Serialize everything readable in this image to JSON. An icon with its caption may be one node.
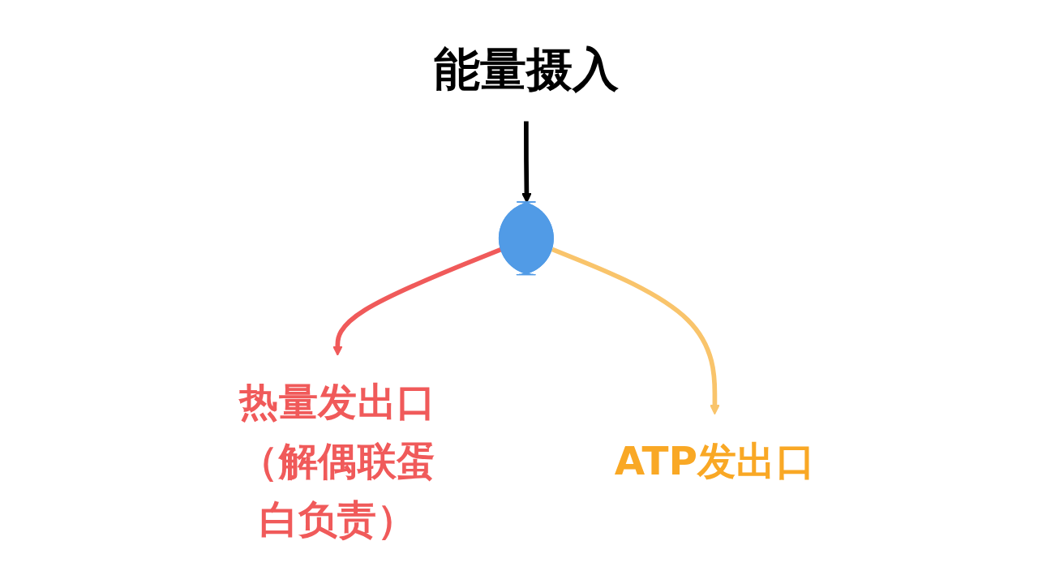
{
  "diagram": {
    "nodes": [
      {
        "text": [
          "能量摄入"
        ]
      },
      {
        "text": [],
        "shape": "ellipse"
      },
      {
        "text": [
          "热量发出口",
          "（解偶联蛋白负责）"
        ]
      },
      {
        "text": [
          "ATP发出口"
        ]
      }
    ],
    "edges": [
      {
        "from": 0,
        "to": 1,
        "arrow": "to"
      },
      {
        "from": 1,
        "to": 2,
        "arrow": "to",
        "color": "#f05a5a"
      },
      {
        "from": 1,
        "to": 3,
        "arrow": "to",
        "color": "#f9c46b"
      }
    ]
  }
}
